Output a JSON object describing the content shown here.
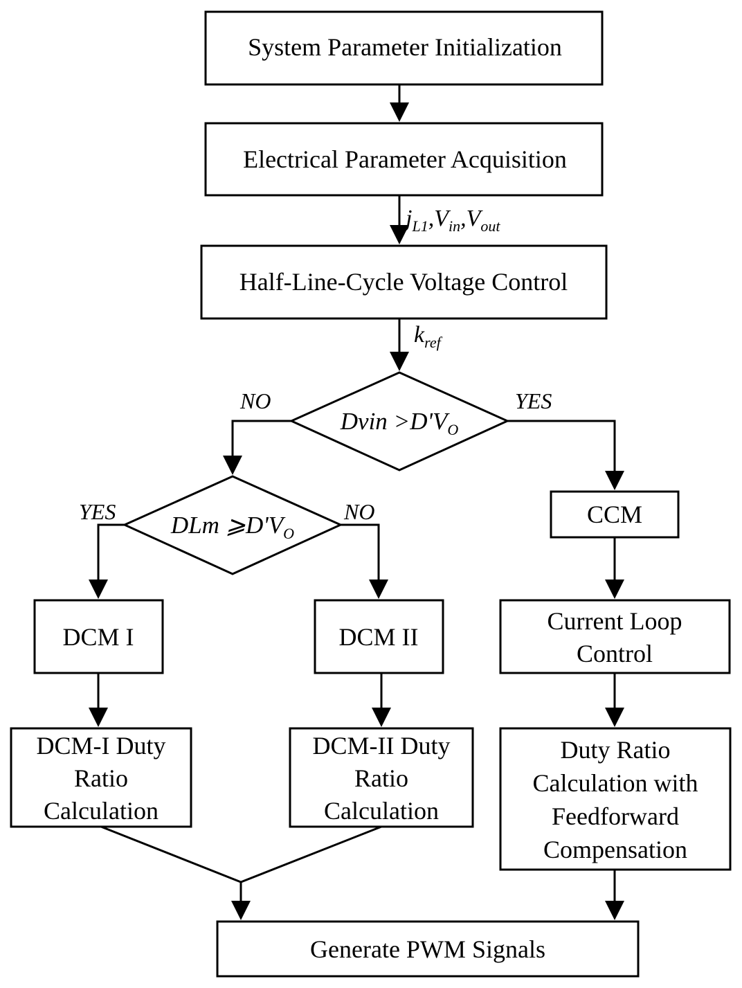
{
  "nodes": {
    "init": {
      "label": "System Parameter Initialization"
    },
    "acquire": {
      "label": "Electrical Parameter Acquisition"
    },
    "voltage_control": {
      "label": "Half-Line-Cycle Voltage Control"
    },
    "decision1": {
      "main": "Dvin",
      "op": " >",
      "d": "D'V",
      "sub": "O"
    },
    "decision2": {
      "main": "DLm",
      "op": " ⩾",
      "d": "D'V",
      "sub": "O"
    },
    "ccm": {
      "label": "CCM"
    },
    "dcm1": {
      "label": "DCM I"
    },
    "dcm2": {
      "label": "DCM II"
    },
    "current_loop": {
      "lines": [
        "Current Loop",
        "Control"
      ]
    },
    "dcm1_duty": {
      "lines": [
        "DCM-I Duty",
        "Ratio",
        "Calculation"
      ]
    },
    "dcm2_duty": {
      "lines": [
        "DCM-II Duty",
        "Ratio",
        "Calculation"
      ]
    },
    "ccm_duty": {
      "lines": [
        "Duty Ratio",
        "Calculation with",
        "Feedforward",
        "Compensation"
      ]
    },
    "pwm": {
      "label": "Generate PWM Signals"
    }
  },
  "signals": {
    "acquire_out": {
      "i": "j",
      "i_sub": "L1",
      "vin": "V",
      "vin_sub": "in",
      "vout": "V",
      "vout_sub": "out",
      "sep": ","
    },
    "voltage_out": {
      "k": "k",
      "k_sub": "ref"
    }
  },
  "edges": {
    "d1_no": "NO",
    "d1_yes": "YES",
    "d2_yes": "YES",
    "d2_no": "NO"
  }
}
